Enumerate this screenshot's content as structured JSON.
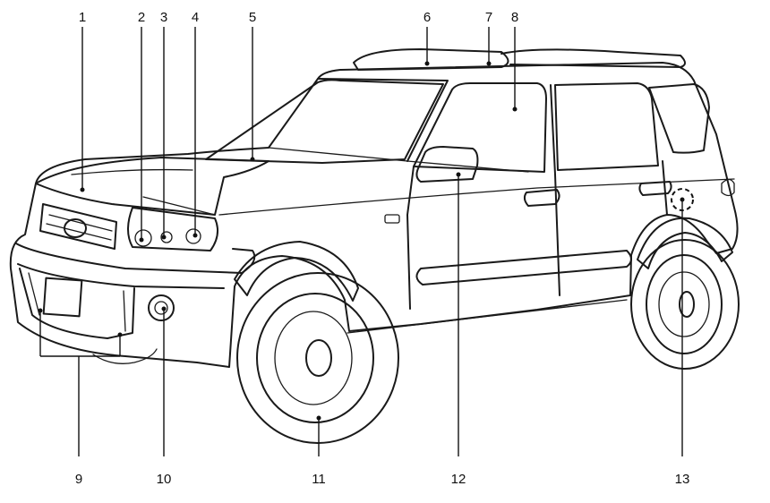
{
  "callouts": [
    {
      "label": "1"
    },
    {
      "label": "2"
    },
    {
      "label": "3"
    },
    {
      "label": "4"
    },
    {
      "label": "5"
    },
    {
      "label": "6"
    },
    {
      "label": "7"
    },
    {
      "label": "8"
    },
    {
      "label": "9"
    },
    {
      "label": "10"
    },
    {
      "label": "11"
    },
    {
      "label": "12"
    },
    {
      "label": "13"
    }
  ]
}
